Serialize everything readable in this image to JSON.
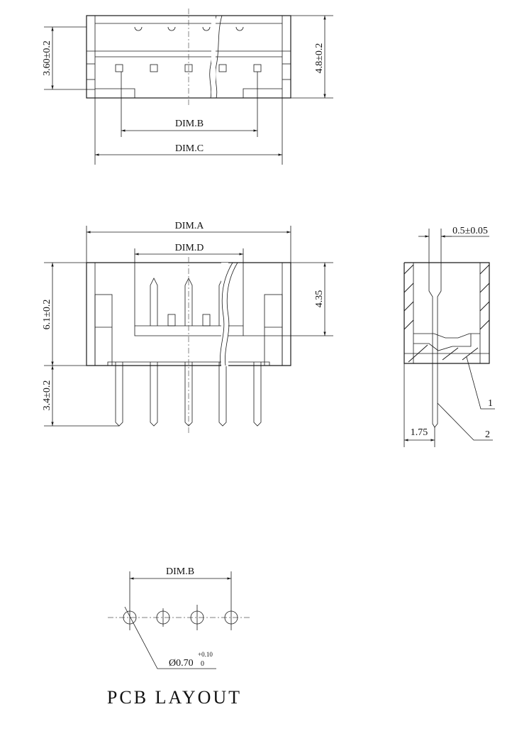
{
  "top_view": {
    "dim_height_a": "3.60±0.2",
    "dim_height_b": "4.8±0.2",
    "dim_b": "DIM.B",
    "dim_c": "DIM.C"
  },
  "front_view": {
    "dim_a": "DIM.A",
    "dim_d": "DIM.D",
    "dim_body_height": "6.1±0.2",
    "dim_pin_length": "3.4±0.2",
    "dim_inner_depth": "4.35"
  },
  "side_view": {
    "dim_pin_width": "0.5±0.05",
    "dim_offset": "1.75",
    "callout_1": "1",
    "callout_2": "2"
  },
  "pcb_layout": {
    "dim_b": "DIM.B",
    "hole_diameter": "Ø0.70",
    "tol_upper": "+0.10",
    "tol_lower": "0",
    "title": "PCB LAYOUT"
  }
}
